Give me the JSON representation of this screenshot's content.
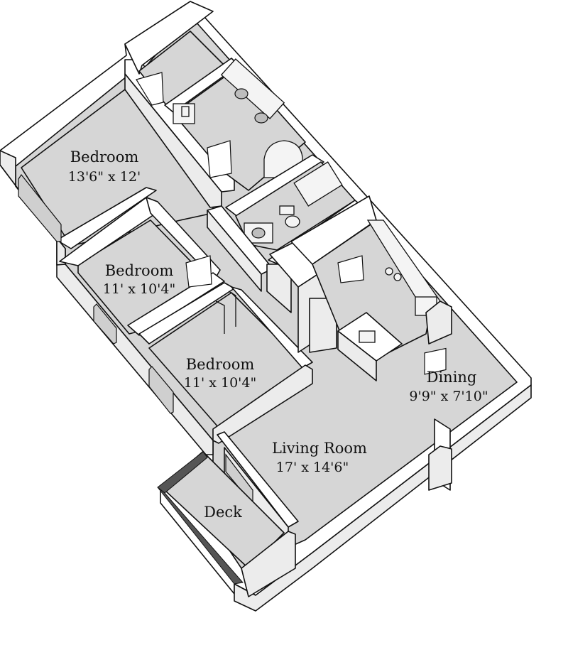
{
  "rooms": {
    "bedroom_1": {
      "name": "Bedroom",
      "dims": "13'6\" x 12'"
    },
    "bedroom_2": {
      "name": "Bedroom",
      "dims": "11' x 10'4\""
    },
    "bedroom_3": {
      "name": "Bedroom",
      "dims": "11' x 10'4\""
    },
    "dining": {
      "name": "Dining",
      "dims": "9'9\" x 7'10\""
    },
    "living_room": {
      "name": "Living Room",
      "dims": "17' x 14'6\""
    },
    "deck": {
      "name": "Deck"
    }
  }
}
